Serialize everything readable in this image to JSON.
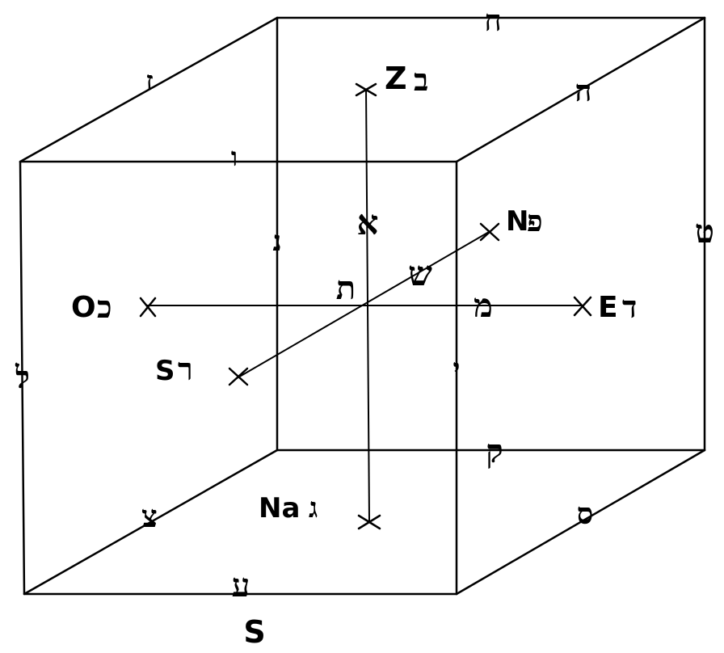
{
  "edges": {
    "back_top": "ח",
    "back_top_left": "ז",
    "front_top": "ו",
    "back_top_right": "ה",
    "back_right": "ט",
    "back_left_vertical": "נ",
    "front_right_vertical": "י",
    "front_left_vertical": "ל",
    "back_bottom": "ק",
    "front_bottom_left": "צ",
    "back_bottom_right": "ס",
    "front_bottom": "ע"
  },
  "center": {
    "mother_vertical": "א",
    "mother_transverse": "ש",
    "mother_horizontal": "מ",
    "center_letter": "ת"
  },
  "axis_points": {
    "zenith": {
      "hebrew": "ב",
      "latin": "Z"
    },
    "nadir": {
      "hebrew": "ג",
      "latin": "Na"
    },
    "north": {
      "hebrew": "פ",
      "latin": "N"
    },
    "south": {
      "hebrew": "ר",
      "latin": "S"
    },
    "east": {
      "hebrew": "ד",
      "latin": "E"
    },
    "west": {
      "hebrew": "כ",
      "latin": "O"
    }
  },
  "bottom_direction_label": "S"
}
